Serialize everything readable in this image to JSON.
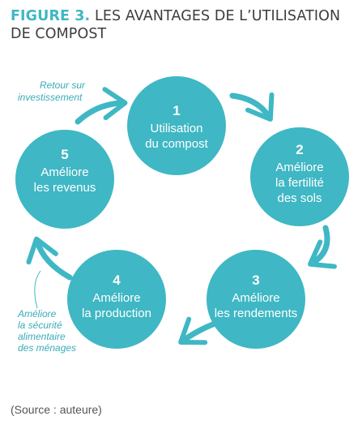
{
  "figure": {
    "label": "FIGURE 3.",
    "title_line1": "LES AVANTAGES DE L’UTILISATION",
    "title_line2": "DE COMPOST"
  },
  "steps": [
    {
      "number": "1",
      "line1": "Utilisation",
      "line2": "du compost",
      "line3": ""
    },
    {
      "number": "2",
      "line1": "Améliore",
      "line2": "la fertilité",
      "line3": "des sols"
    },
    {
      "number": "3",
      "line1": "Améliore",
      "line2": "les rendements",
      "line3": ""
    },
    {
      "number": "4",
      "line1": "Améliore",
      "line2": "la production",
      "line3": ""
    },
    {
      "number": "5",
      "line1": "Améliore",
      "line2": "les revenus",
      "line3": ""
    }
  ],
  "notes": {
    "retour": [
      "Retour sur",
      "investissement"
    ],
    "securite": [
      "Améliore",
      "la sécurité",
      "alimentaire",
      "des ménages"
    ]
  },
  "source": "(Source : auteure)",
  "colors": {
    "teal": "#3fb7c4",
    "title_text": "#3d3d3d",
    "source_text": "#555555",
    "note_text": "#3aabb8"
  }
}
